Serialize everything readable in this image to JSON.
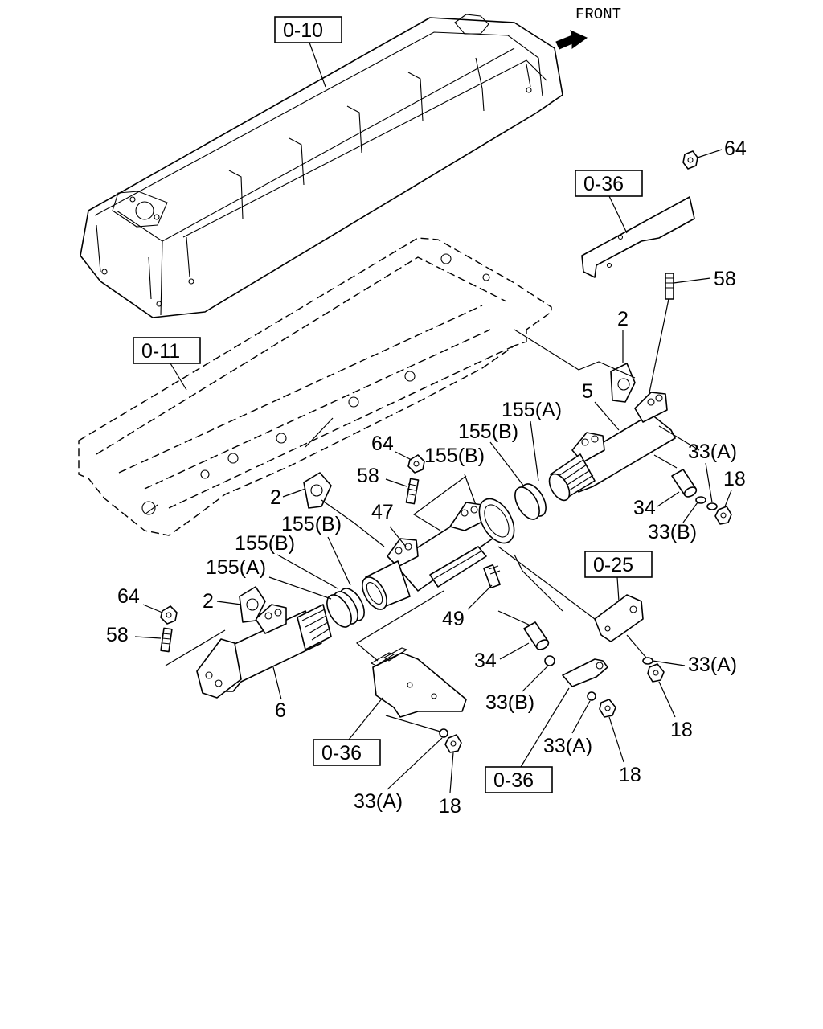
{
  "direction_label": "FRONT",
  "reference_boxes": {
    "rocker_cover": "0-10",
    "cylinder_head": "0-11",
    "bracket_top": "0-36",
    "bracket_mid": "0-25",
    "bracket_lower_left": "0-36",
    "bracket_lower_right": "0-36"
  },
  "part_numbers": {
    "nut_64_top": "64",
    "stud_58_top": "58",
    "gasket_2_top": "2",
    "pipe_5": "5",
    "ring_155a_top": "155(A)",
    "ring_155b_top": "155(B)",
    "ring_155b_mid": "155(B)",
    "nut_64_mid": "64",
    "stud_58_mid": "58",
    "gasket_2_mid": "2",
    "pipe_47": "47",
    "washer_33a_right": "33(A)",
    "nut_18_right": "18",
    "spacer_34_right": "34",
    "washer_33b_right": "33(B)",
    "ring_155b_left": "155(B)",
    "ring_155b_left2": "155(B)",
    "ring_155a_left": "155(A)",
    "nut_64_left": "64",
    "gasket_2_left": "2",
    "stud_58_left": "58",
    "stud_49": "49",
    "pipe_6": "6",
    "spacer_34_mid": "34",
    "washer_33b_mid": "33(B)",
    "washer_33a_mid": "33(A)",
    "nut_18_mid": "18",
    "washer_33a_far": "33(A)",
    "nut_18_far": "18",
    "washer_33a_bottom": "33(A)",
    "nut_18_bottom": "18"
  }
}
